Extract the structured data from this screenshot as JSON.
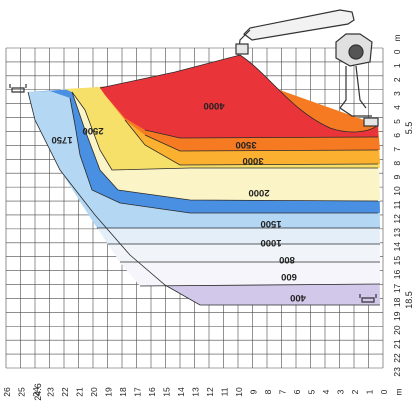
{
  "diagram": {
    "horizontal_axis": {
      "ticks": [
        "26",
        "25",
        "24",
        "23",
        "22",
        "21",
        "20",
        "19",
        "18",
        "17",
        "16",
        "15",
        "14",
        "13",
        "12",
        "11",
        "10",
        "9",
        "8",
        "7",
        "6",
        "5",
        "4",
        "3",
        "2",
        "1",
        "0",
        "m"
      ],
      "extra_labels": [
        "24.6"
      ]
    },
    "vertical_axis": {
      "ticks": [
        "m",
        "0",
        "1",
        "2",
        "3",
        "4",
        "5",
        "6",
        "7",
        "8",
        "9",
        "10",
        "11",
        "12",
        "13",
        "14",
        "15",
        "16",
        "17",
        "18",
        "19",
        "20",
        "21",
        "22",
        "23"
      ],
      "extra_labels": [
        "5.5",
        "18.5"
      ]
    },
    "zones": [
      {
        "label": "4000",
        "color": "#e9343a"
      },
      {
        "label": "3500",
        "color": "#f57a22"
      },
      {
        "label": "3000",
        "color": "#fbb030"
      },
      {
        "label": "2500",
        "color": "#f7e06a"
      },
      {
        "label": "2000",
        "color": "#fbf4c6"
      },
      {
        "label": "1750",
        "color": "#4a90e2"
      },
      {
        "label": "1500",
        "color": "#b4d7f3"
      },
      {
        "label": "1000",
        "color": "#e3eef9"
      },
      {
        "label": "800",
        "color": "#f1f5fa"
      },
      {
        "label": "600",
        "color": "#f6f5fb"
      },
      {
        "label": "400",
        "color": "#d2c8ea"
      }
    ],
    "grid_color": "#4a4a4a"
  }
}
